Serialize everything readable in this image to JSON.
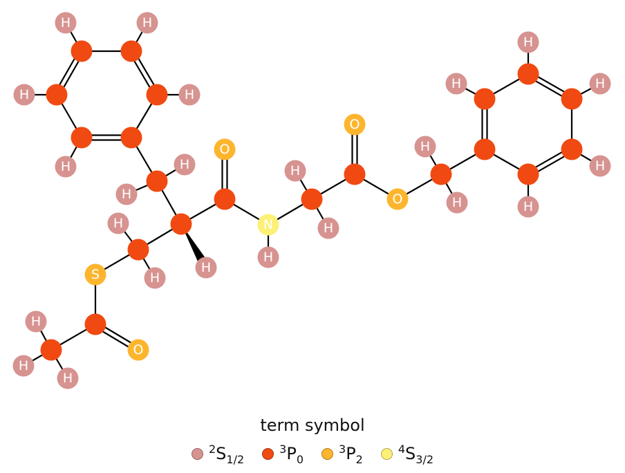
{
  "legend": {
    "title": "term symbol",
    "items": [
      {
        "sup": "2",
        "base": "S",
        "sub": "1/2",
        "color": "#d69390"
      },
      {
        "sup": "3",
        "base": "P",
        "sub": "0",
        "color": "#f04a12"
      },
      {
        "sup": "3",
        "base": "P",
        "sub": "2",
        "color": "#fdb52e"
      },
      {
        "sup": "4",
        "base": "S",
        "sub": "3/2",
        "color": "#fdf076"
      }
    ]
  },
  "molecule": {
    "atoms": [
      "C",
      "C",
      "C",
      "C",
      "C",
      "C",
      "H",
      "H",
      "H",
      "H",
      "H",
      "C",
      "H",
      "H",
      "C",
      "H",
      "C",
      "H",
      "H",
      "S",
      "C",
      "O",
      "C",
      "H",
      "H",
      "H",
      "C",
      "O",
      "N",
      "H",
      "C",
      "H",
      "H",
      "C",
      "O",
      "O",
      "C",
      "H",
      "H",
      "C",
      "C",
      "C",
      "C",
      "C",
      "C",
      "H",
      "H",
      "H",
      "H",
      "H"
    ],
    "term_index": {
      "H": 0,
      "C": 1,
      "O": 2,
      "S": 2,
      "N": 3
    },
    "show_label": {
      "H": true,
      "O": true,
      "S": true,
      "N": true,
      "C": false
    },
    "bonds": [
      [
        0,
        1,
        1
      ],
      [
        1,
        2,
        2
      ],
      [
        2,
        3,
        1
      ],
      [
        3,
        4,
        2
      ],
      [
        4,
        5,
        1
      ],
      [
        5,
        0,
        2
      ],
      [
        0,
        6,
        1
      ],
      [
        1,
        7,
        1
      ],
      [
        2,
        8,
        1
      ],
      [
        4,
        9,
        1
      ],
      [
        5,
        10,
        1
      ],
      [
        3,
        11,
        1
      ],
      [
        11,
        12,
        1
      ],
      [
        11,
        13,
        1
      ],
      [
        11,
        14,
        1
      ],
      [
        14,
        15,
        "wedge"
      ],
      [
        14,
        16,
        1
      ],
      [
        16,
        17,
        1
      ],
      [
        16,
        18,
        1
      ],
      [
        16,
        19,
        1
      ],
      [
        19,
        20,
        1
      ],
      [
        20,
        21,
        2
      ],
      [
        20,
        22,
        1
      ],
      [
        22,
        23,
        1
      ],
      [
        22,
        24,
        1
      ],
      [
        22,
        25,
        1
      ],
      [
        14,
        26,
        1
      ],
      [
        26,
        27,
        2
      ],
      [
        26,
        28,
        1
      ],
      [
        28,
        29,
        1
      ],
      [
        28,
        30,
        1
      ],
      [
        30,
        31,
        1
      ],
      [
        30,
        32,
        1
      ],
      [
        30,
        33,
        1
      ],
      [
        33,
        34,
        2
      ],
      [
        33,
        35,
        1
      ],
      [
        35,
        36,
        1
      ],
      [
        36,
        37,
        1
      ],
      [
        36,
        38,
        1
      ],
      [
        36,
        39,
        1
      ],
      [
        39,
        40,
        2
      ],
      [
        40,
        41,
        1
      ],
      [
        41,
        42,
        2
      ],
      [
        42,
        43,
        1
      ],
      [
        43,
        44,
        2
      ],
      [
        44,
        39,
        1
      ],
      [
        40,
        45,
        1
      ],
      [
        41,
        46,
        1
      ],
      [
        42,
        47,
        1
      ],
      [
        43,
        48,
        1
      ],
      [
        44,
        49,
        1
      ]
    ]
  }
}
